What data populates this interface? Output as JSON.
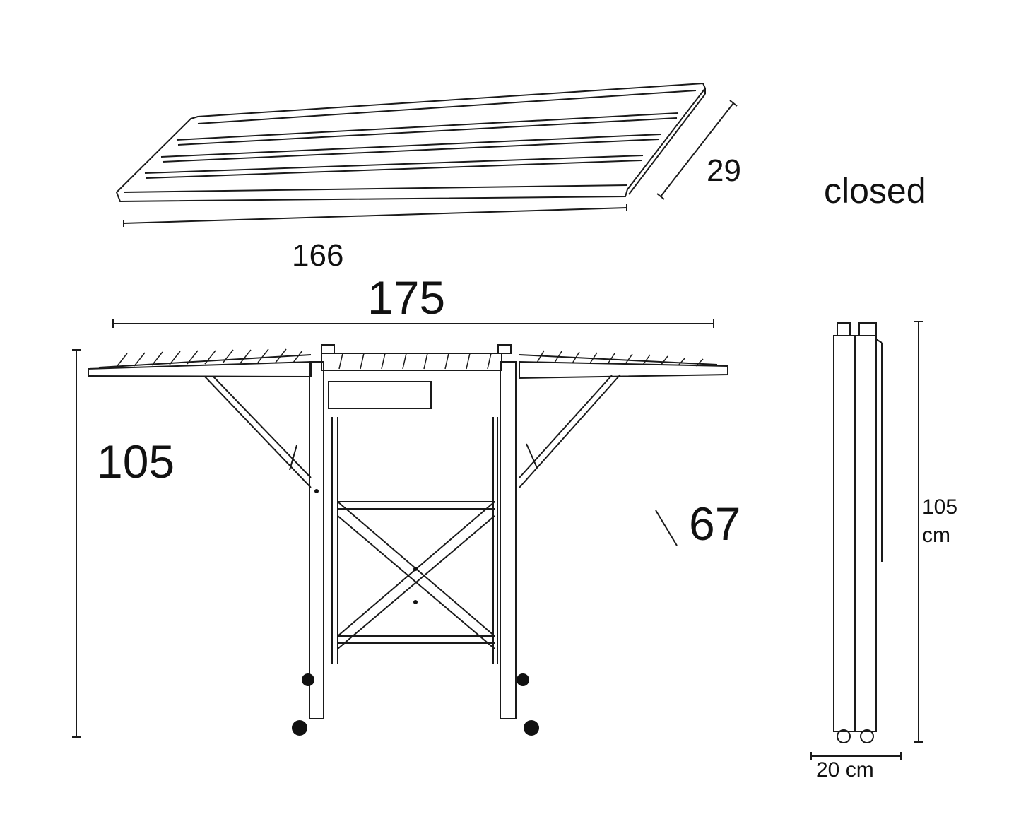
{
  "closed_shelf": {
    "depth_label": "29",
    "length_label": "166",
    "state_label": "closed"
  },
  "open_rack": {
    "width_label": "175",
    "height_label": "105",
    "depth_label": "67"
  },
  "folded_side": {
    "height_label": "105",
    "height_unit": "cm",
    "width_label": "20 cm"
  },
  "colors": {
    "line": "#1a1a1a",
    "background": "#ffffff"
  }
}
